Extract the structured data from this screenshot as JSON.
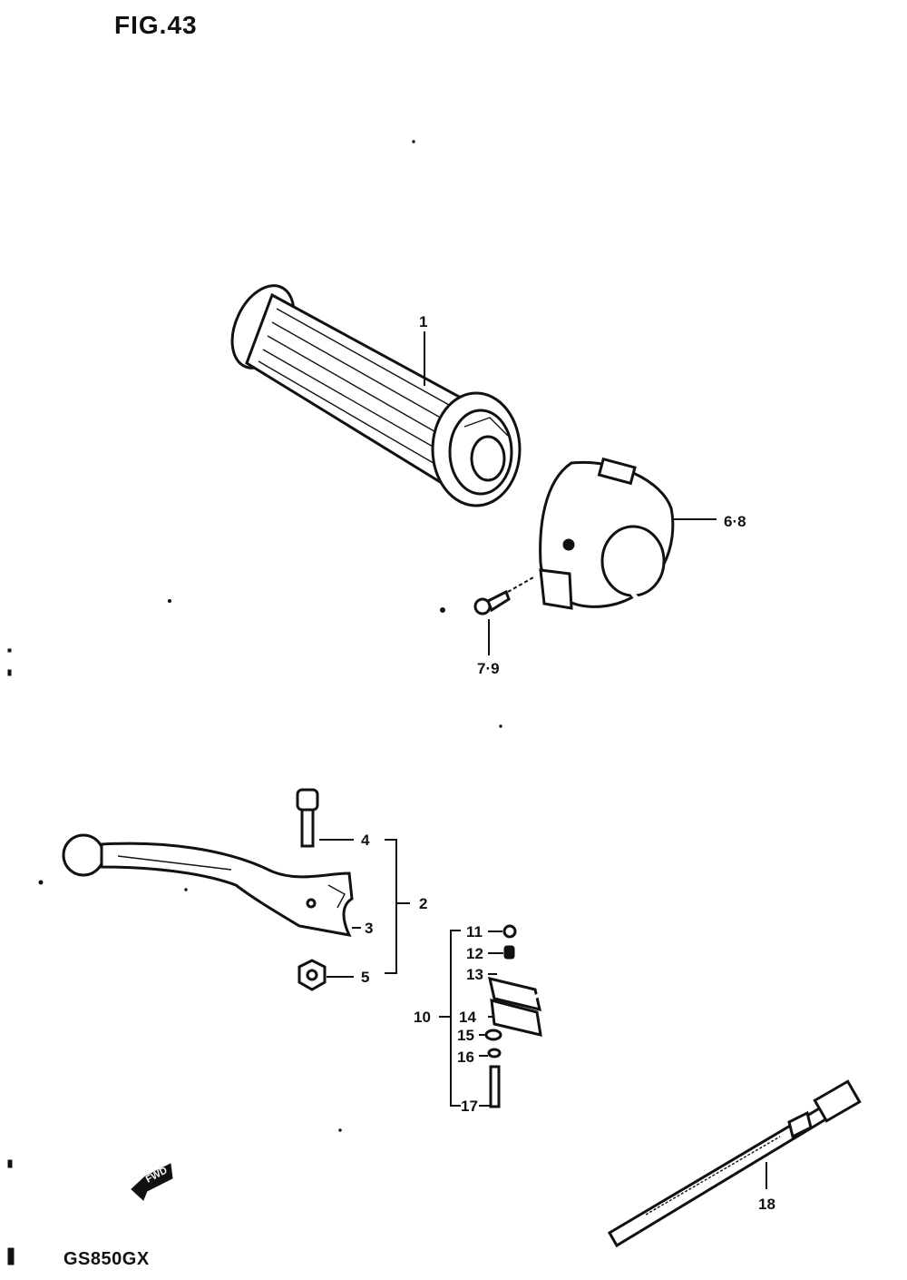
{
  "figure": {
    "title": "FIG.43",
    "model": "GS850GX"
  },
  "arrow": {
    "text": "FWD"
  },
  "callouts": [
    {
      "id": "1",
      "text": "1"
    },
    {
      "id": "2",
      "text": "2"
    },
    {
      "id": "3",
      "text": "3"
    },
    {
      "id": "4",
      "text": "4"
    },
    {
      "id": "5",
      "text": "5"
    },
    {
      "id": "6-8",
      "text": "6·8"
    },
    {
      "id": "7-9",
      "text": "7·9"
    },
    {
      "id": "10",
      "text": "10"
    },
    {
      "id": "11",
      "text": "11"
    },
    {
      "id": "12",
      "text": "12"
    },
    {
      "id": "13",
      "text": "13"
    },
    {
      "id": "14",
      "text": "14"
    },
    {
      "id": "15",
      "text": "15"
    },
    {
      "id": "16",
      "text": "16"
    },
    {
      "id": "17",
      "text": "17"
    },
    {
      "id": "18",
      "text": "18"
    }
  ]
}
